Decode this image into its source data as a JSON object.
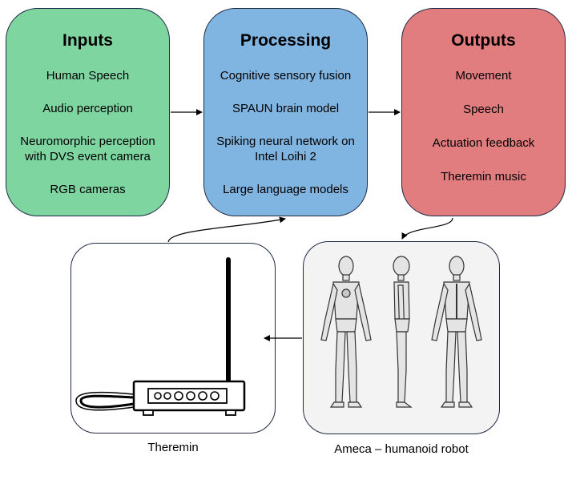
{
  "boxes": {
    "inputs": {
      "title": "Inputs",
      "items": [
        "Human Speech",
        "Audio perception",
        "Neuromorphic perception with DVS event camera",
        "RGB cameras"
      ],
      "color": "#7fd5a0"
    },
    "processing": {
      "title": "Processing",
      "items": [
        "Cognitive sensory fusion",
        "SPAUN brain model",
        "Spiking neural network on Intel Loihi 2",
        "Large language models"
      ],
      "color": "#80b4e1"
    },
    "outputs": {
      "title": "Outputs",
      "items": [
        "Movement",
        "Speech",
        "Actuation feedback",
        "Theremin music"
      ],
      "color": "#e27d7f"
    }
  },
  "panels": {
    "theremin": {
      "caption": "Theremin",
      "icon": "theremin-device-icon"
    },
    "robot": {
      "caption": "Ameca – humanoid robot",
      "icon": "humanoid-robot-figures-icon"
    }
  },
  "colors": {
    "border": "#1f2a44",
    "arrow": "#000000"
  }
}
